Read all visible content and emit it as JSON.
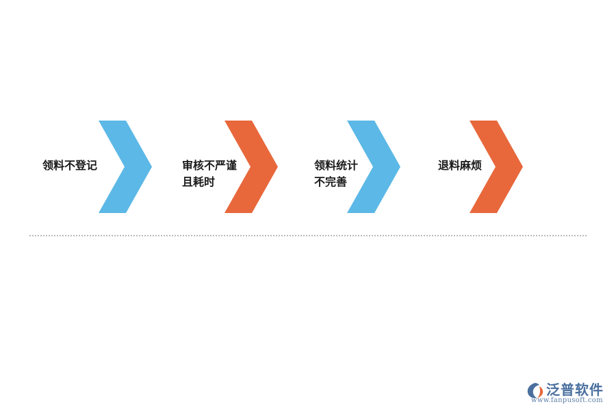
{
  "steps": [
    {
      "label": "领料不登记",
      "color": "#5cb8e6"
    },
    {
      "label": "审核不严谨\n且耗时",
      "color": "#e8683c"
    },
    {
      "label": "领料统计\n不完善",
      "color": "#5cb8e6"
    },
    {
      "label": "退料麻烦",
      "color": "#e8683c"
    }
  ],
  "logo": {
    "name": "泛普软件",
    "url": "www.fanpusoft.com",
    "colors": {
      "primary": "#4a6f9e",
      "accent": "#e8683c"
    }
  }
}
